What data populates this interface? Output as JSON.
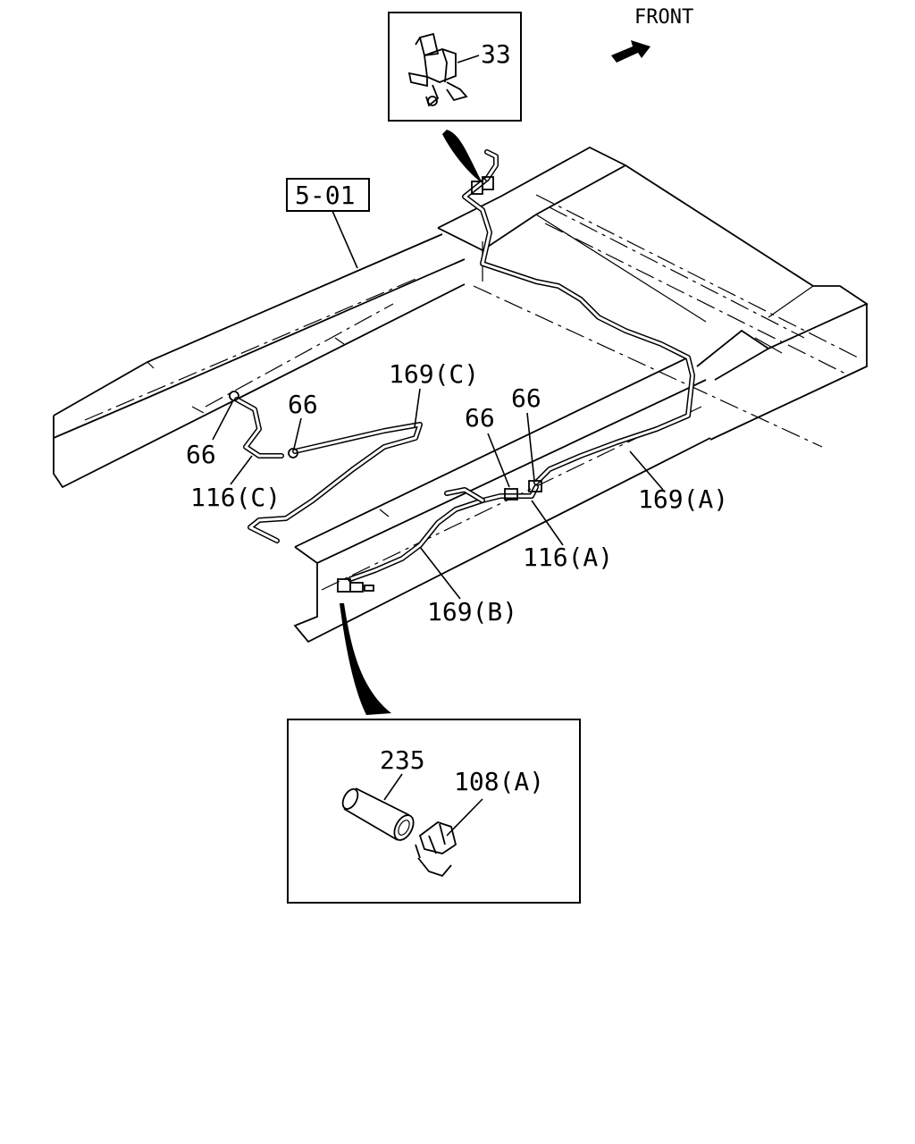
{
  "labels": {
    "front": "FRONT",
    "ref_box": "5-01",
    "clip_33": "33",
    "clamp_66_a": "66",
    "clamp_66_b": "66",
    "clamp_66_c": "66",
    "clamp_66_d": "66",
    "hose_116c": "116(C)",
    "hose_116a": "116(A)",
    "pipe_169a": "169(A)",
    "pipe_169b": "169(B)",
    "pipe_169c": "169(C)",
    "sleeve_235": "235",
    "connector_108a": "108(A)"
  }
}
